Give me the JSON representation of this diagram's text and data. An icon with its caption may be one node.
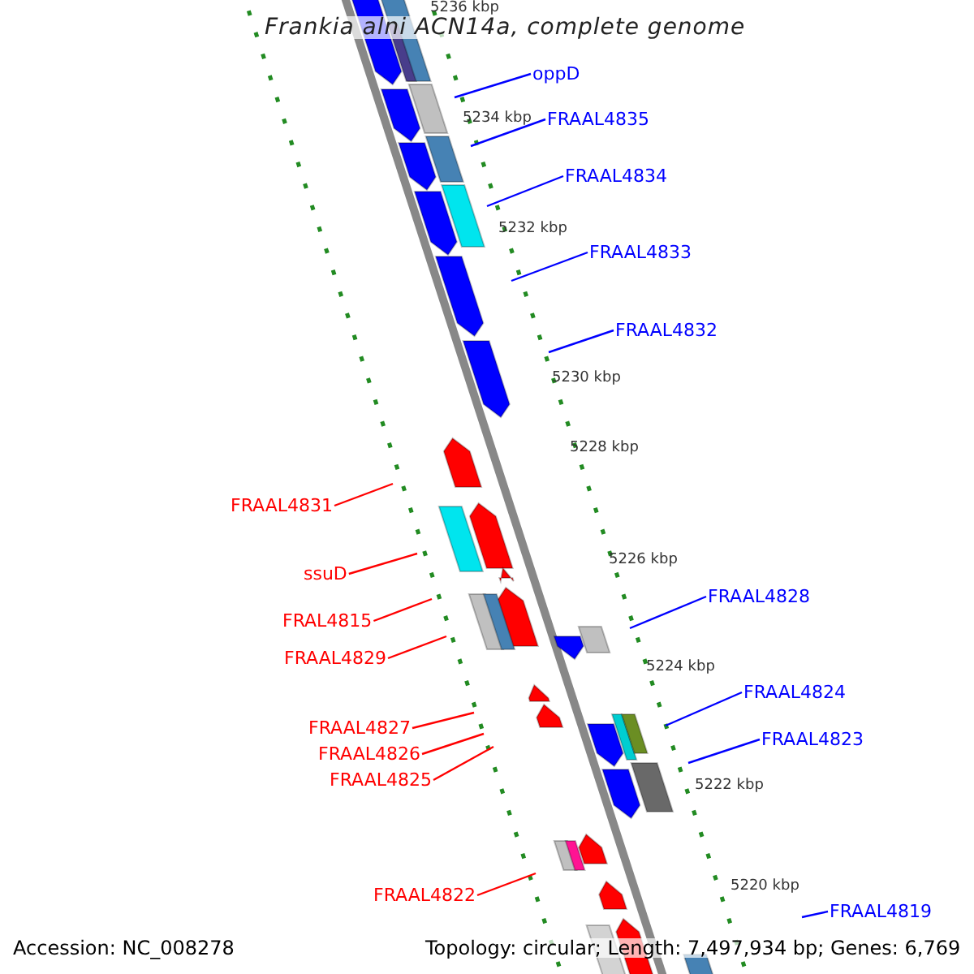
{
  "diagram": {
    "title": "Frankia alni ACN14a, complete genome",
    "nodes": [
      {
        "text": [
          "oppD"
        ]
      },
      {
        "text": [
          "FRAAL4835"
        ]
      },
      {
        "text": [
          "FRAAL4834"
        ]
      },
      {
        "text": [
          "FRAAL4833"
        ]
      },
      {
        "text": [
          "FRAAL4832"
        ]
      },
      {
        "text": [
          "FRAAL4831"
        ]
      },
      {
        "text": [
          "ssuD"
        ]
      },
      {
        "text": [
          "FRAL4815"
        ]
      },
      {
        "text": [
          "FRAAL4829"
        ]
      },
      {
        "text": [
          "FRAAL4828"
        ]
      },
      {
        "text": [
          "FRAAL4824"
        ]
      },
      {
        "text": [
          "FRAAL4823"
        ]
      },
      {
        "text": [
          "FRAAL4827"
        ]
      },
      {
        "text": [
          "FRAAL4826"
        ]
      },
      {
        "text": [
          "FRAAL4825"
        ]
      },
      {
        "text": [
          "FRAAL4822"
        ]
      },
      {
        "text": [
          "FRAAL4819"
        ]
      }
    ],
    "edges": [
      {
        "from": 0,
        "to": null,
        "arrow": "none"
      },
      {
        "from": 1,
        "to": null,
        "arrow": "none"
      },
      {
        "from": 2,
        "to": null,
        "arrow": "none"
      },
      {
        "from": 3,
        "to": null,
        "arrow": "none"
      },
      {
        "from": 4,
        "to": null,
        "arrow": "none"
      },
      {
        "from": 5,
        "to": null,
        "arrow": "none",
        "color": "#ff0000"
      },
      {
        "from": 6,
        "to": null,
        "arrow": "none",
        "color": "#ff0000"
      },
      {
        "from": 7,
        "to": null,
        "arrow": "none",
        "color": "#ff0000"
      },
      {
        "from": 8,
        "to": null,
        "arrow": "none",
        "color": "#ff0000"
      },
      {
        "from": 9,
        "to": null,
        "arrow": "none"
      },
      {
        "from": 10,
        "to": null,
        "arrow": "none"
      },
      {
        "from": 11,
        "to": null,
        "arrow": "none"
      },
      {
        "from": 12,
        "to": null,
        "arrow": "none",
        "color": "#ff0000"
      },
      {
        "from": 13,
        "to": null,
        "arrow": "none",
        "color": "#ff0000"
      },
      {
        "from": 14,
        "to": null,
        "arrow": "none",
        "color": "#ff0000"
      },
      {
        "from": 15,
        "to": null,
        "arrow": "none",
        "color": "#ff0000"
      },
      {
        "from": 16,
        "to": null,
        "arrow": "none"
      }
    ],
    "labels": [
      "5236 kbp",
      "5234 kbp",
      "5232 kbp",
      "5230 kbp",
      "5228 kbp",
      "5226 kbp",
      "5224 kbp",
      "5222 kbp",
      "5220 kbp",
      "Accession: NC_008278",
      "Topology: circular; Length: 7,497,934 bp; Genes: 6,769"
    ]
  }
}
